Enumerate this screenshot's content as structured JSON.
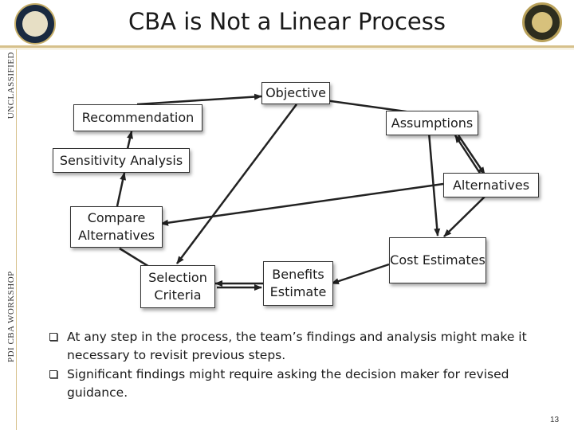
{
  "header": {
    "title": "CBA is Not a Linear Process",
    "side_text_top": "UNCLASSIFIED",
    "side_text_bottom": "PDI CBA WORKSHOP"
  },
  "diagram": {
    "nodes": {
      "objective": "Objective",
      "recommendation": "Recommendation",
      "assumptions": "Assumptions",
      "sensitivity": "Sensitivity Analysis",
      "alternatives": "Alternatives",
      "compare": "Compare Alternatives",
      "selection": "Selection Criteria",
      "benefits": "Benefits Estimate",
      "cost": "Cost Estimates"
    }
  },
  "bullets": [
    "At any step in the process, the team’s findings and analysis might make it necessary to revisit previous steps.",
    "Significant findings might require asking the decision maker for revised guidance."
  ],
  "footer": {
    "page_number": "13"
  }
}
